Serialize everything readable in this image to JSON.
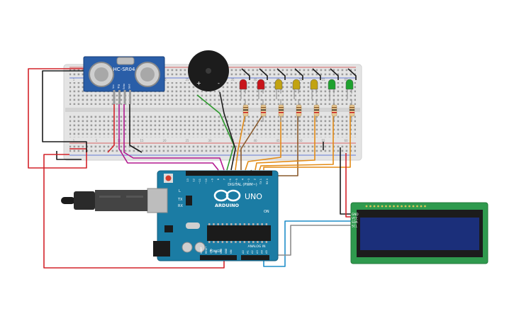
{
  "sensor": {
    "model": "HC-SR04",
    "pins": [
      "Vcc",
      "Trig",
      "Echo",
      "Gnd"
    ]
  },
  "arduino": {
    "brand": "ARDUINO",
    "model": "UNO",
    "digital_header": "DIGITAL (PWM~)",
    "power_header": "POWER",
    "analog_header": "ANALOG IN",
    "tx_label": "TX",
    "rx_label": "RX",
    "on_label": "ON",
    "l_label": "L",
    "digital_pins": [
      "13",
      "12",
      "~11",
      "~10",
      "~9",
      "8",
      "7",
      "~6",
      "~5",
      "4",
      "~3",
      "2",
      "TX 1",
      "RX 0"
    ],
    "analog_pins": [
      "A0",
      "A1",
      "A2",
      "A3",
      "A4",
      "A5"
    ],
    "power_pins": [
      "IOREF",
      "RESET",
      "3.3V",
      "5V",
      "GND",
      "GND",
      "VIN"
    ]
  },
  "lcd": {
    "pins": [
      "GND",
      "VCC",
      "SDA",
      "SCL"
    ]
  },
  "leds": [
    {
      "color": "red",
      "hex": "#c8141a"
    },
    {
      "color": "red",
      "hex": "#c8141a"
    },
    {
      "color": "yellow",
      "hex": "#c2a311"
    },
    {
      "color": "yellow",
      "hex": "#c2a311"
    },
    {
      "color": "yellow",
      "hex": "#c2a311"
    },
    {
      "color": "green",
      "hex": "#1fa12e"
    },
    {
      "color": "green",
      "hex": "#1fa12e"
    }
  ],
  "buzzer_polarity": [
    "+",
    "-"
  ],
  "breadboard_numbers": [
    "1",
    "5",
    "10",
    "15",
    "20",
    "25",
    "30",
    "35",
    "40",
    "45",
    "50",
    "55",
    "60"
  ],
  "wire_colors": {
    "red": "#d3232a",
    "black": "#1b1b1b",
    "magenta": "#b3198f",
    "green": "#2e9b2e",
    "orange": "#e38b16",
    "brown": "#8a5a2b",
    "blue": "#1f8ec9",
    "gray": "#8c8c8c"
  }
}
